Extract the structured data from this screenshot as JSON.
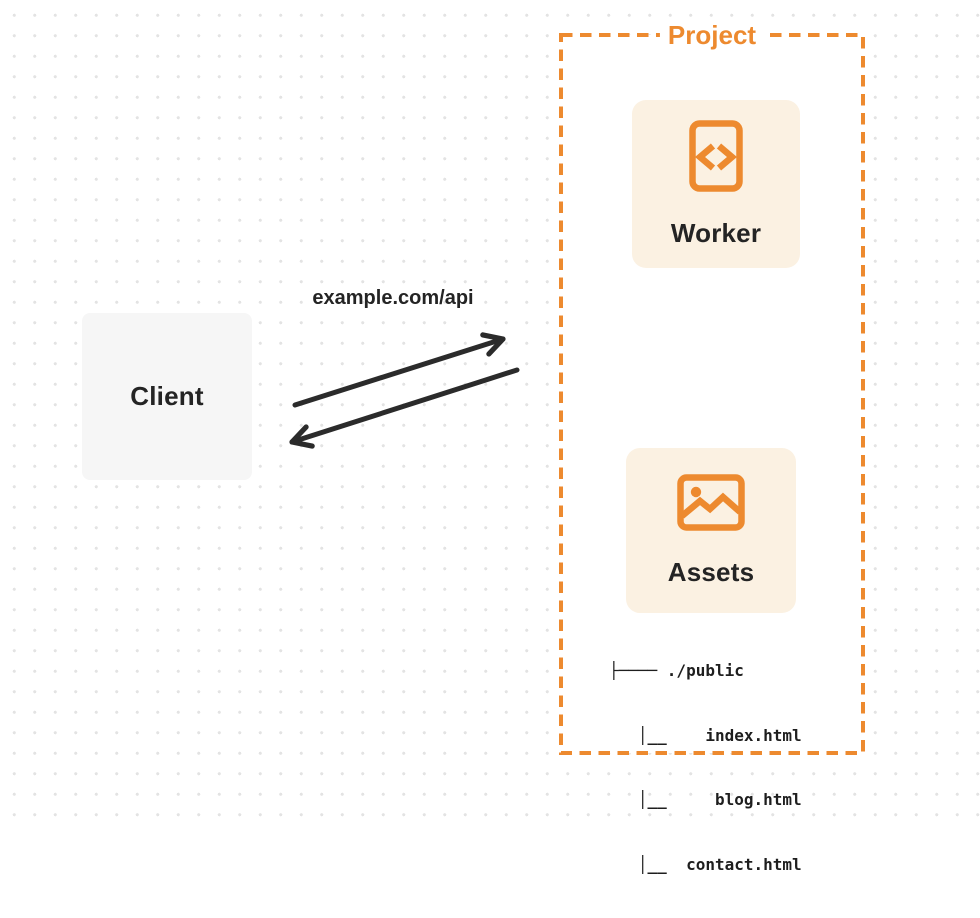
{
  "diagram": {
    "client": {
      "label": "Client"
    },
    "request_url": "example.com/api",
    "project": {
      "label": "Project",
      "nodes": {
        "worker": {
          "label": "Worker",
          "icon": "code-file-icon"
        },
        "assets": {
          "label": "Assets",
          "icon": "image-icon"
        }
      },
      "file_tree": {
        "lines": [
          "├──── ./public",
          "   │__    index.html",
          "   │__     blog.html",
          "   │__  contact.html"
        ]
      }
    },
    "colors": {
      "accent_orange": "#ED8A2F",
      "card_background": "#FBF1E2",
      "client_background": "#F6F6F6",
      "text_dark": "#242424",
      "arrow": "#2B2B2B",
      "dot_grid": "#E3E3E3",
      "canvas_background": "#FFFFFF"
    }
  }
}
